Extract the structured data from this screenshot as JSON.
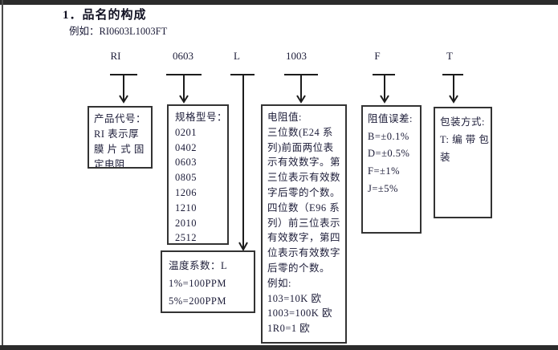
{
  "page": {
    "section_title": "1．品名的构成",
    "example": "例如：RI0603L1003FT"
  },
  "part_code": {
    "product": "RI",
    "size": "0603",
    "temp_coeff": "L",
    "resistance": "1003",
    "tolerance": "F",
    "packaging": "T"
  },
  "boxes": {
    "product_code": {
      "lines": [
        "产品代号：",
        "RI 表示厚",
        "膜 片 式 固",
        "定电阻"
      ]
    },
    "spec_model": {
      "lines": [
        "规格型号：",
        "0201",
        "0402",
        "0603",
        "0805",
        "1206",
        "1210",
        "2010",
        "2512"
      ]
    },
    "resistance_value": {
      "lines": [
        "电阻值:",
        "三位数(E24 系",
        "列)前面两位表",
        "示有效数字。第",
        "三位表示有效数",
        "字后零的个数。",
        "四位数（E96 系",
        "列）前三位表示",
        "有效数字，第四",
        "位表示有效数字",
        "后零的个数。",
        "例如:",
        "103=10K 欧",
        "1003=100K 欧",
        "1R0=1 欧"
      ]
    },
    "tolerance": {
      "lines": [
        "阻值误差:",
        "B=±0.1%",
        "D=±0.5%",
        "F=±1%",
        "J=±5%"
      ]
    },
    "packaging": {
      "lines": [
        "包装方式:",
        "T: 编 带 包",
        "装"
      ]
    },
    "temp_coefficient": {
      "lines": [
        "温度系数：L",
        "1%=100PPM",
        "5%=200PPM"
      ]
    }
  },
  "colors": {
    "text": "#1c1c38",
    "border": "#333333",
    "strip": "#2b2b2b"
  }
}
